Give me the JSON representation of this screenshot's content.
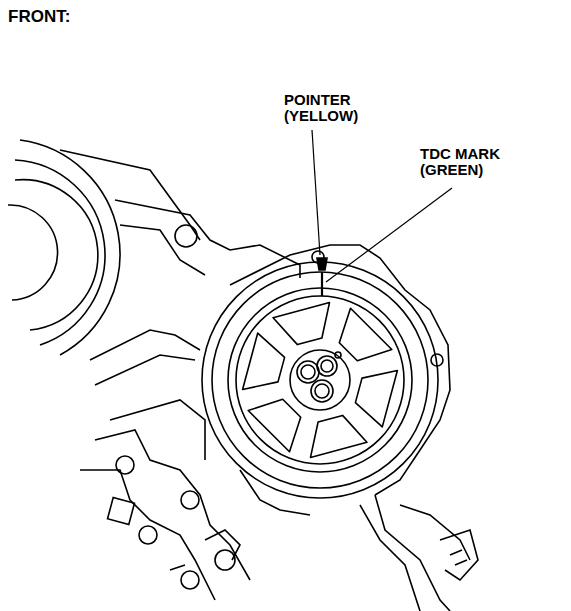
{
  "diagram": {
    "title": "FRONT:",
    "labels": [
      "POINTER (YELLOW)",
      "TDC MARK (GREEN)"
    ]
  }
}
